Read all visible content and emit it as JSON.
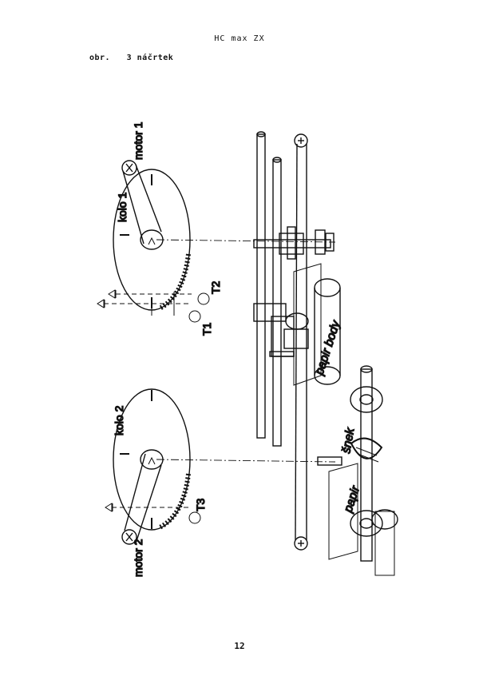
{
  "header": {
    "title": "HC max ZX"
  },
  "caption": {
    "prefix": "obr.",
    "text": "3 náčrtek"
  },
  "diagram": {
    "labels": {
      "kolo1": "kolo 1",
      "motor1": "motor 1",
      "kolo2": "kolo 2",
      "motor2": "motor 2",
      "t1": "T1",
      "t2": "T2",
      "t3": "T3",
      "papir_body": "papir body",
      "papir": "papir",
      "snek": "šnek"
    }
  },
  "footer": {
    "page_number": "12"
  }
}
